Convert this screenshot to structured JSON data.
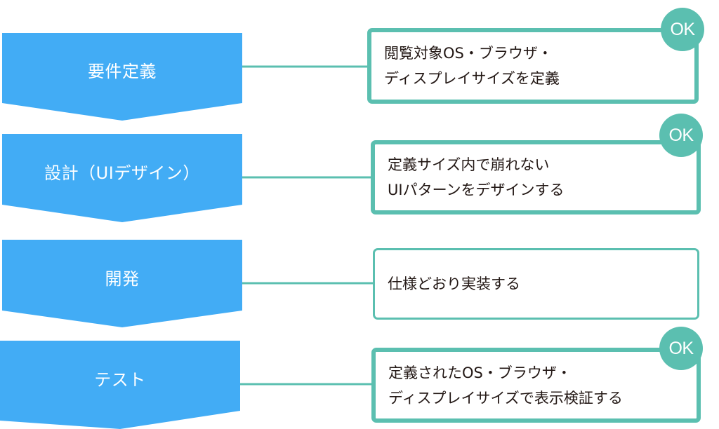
{
  "colors": {
    "step_fill": "#42acf5",
    "step_text": "#ffffff",
    "accent": "#5bbfb0",
    "box_text": "#231815",
    "background": "#ffffff"
  },
  "steps": [
    {
      "id": "requirements",
      "label": "要件定義",
      "description_lines": [
        "閲覧対象OS・ブラウザ・",
        "ディスプレイサイズを定義"
      ],
      "ok_badge": true,
      "badge_label": "OK"
    },
    {
      "id": "design",
      "label": "設計（UIデザイン）",
      "description_lines": [
        "定義サイズ内で崩れない",
        "UIパターンをデザインする"
      ],
      "ok_badge": true,
      "badge_label": "OK"
    },
    {
      "id": "development",
      "label": "開発",
      "description_lines": [
        "仕様どおり実装する"
      ],
      "ok_badge": false,
      "badge_label": ""
    },
    {
      "id": "test",
      "label": "テスト",
      "description_lines": [
        "定義されたOS・ブラウザ・",
        "ディスプレイサイズで表示検証する"
      ],
      "ok_badge": true,
      "badge_label": "OK"
    }
  ]
}
